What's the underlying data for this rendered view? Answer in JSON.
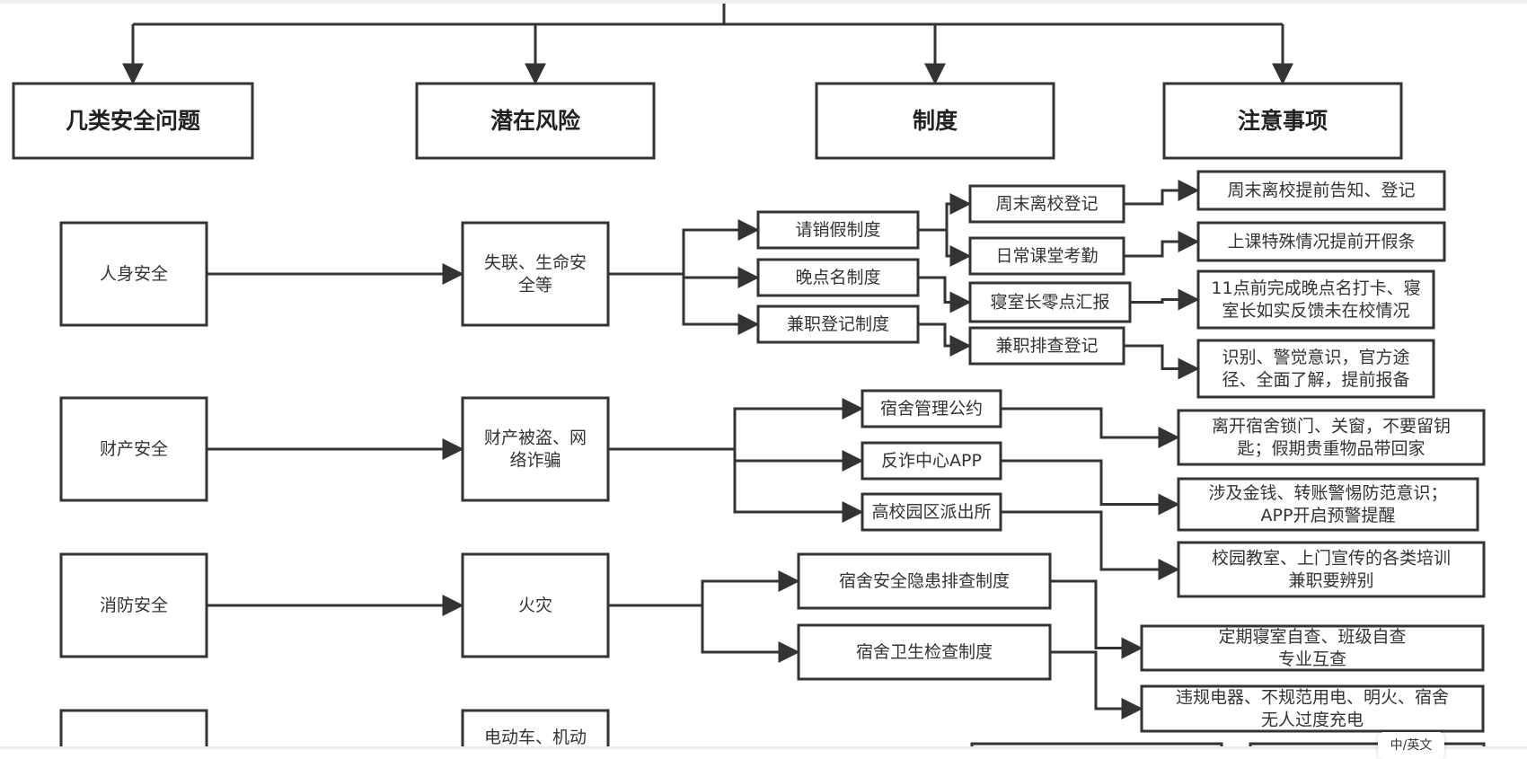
{
  "diagram": {
    "headers": [
      {
        "id": "h1",
        "label": "几类安全问题"
      },
      {
        "id": "h2",
        "label": "潜在风险"
      },
      {
        "id": "h3",
        "label": "制度"
      },
      {
        "id": "h4",
        "label": "注意事项"
      }
    ],
    "categories": [
      {
        "id": "c1",
        "label": "人身安全"
      },
      {
        "id": "c2",
        "label": "财产安全"
      },
      {
        "id": "c3",
        "label": "消防安全"
      },
      {
        "id": "c4",
        "label": ""
      }
    ],
    "risks": [
      {
        "id": "r1",
        "lines": [
          "失联、生命安",
          "全等"
        ]
      },
      {
        "id": "r2",
        "lines": [
          "财产被盗、网",
          "络诈骗"
        ]
      },
      {
        "id": "r3",
        "lines": [
          "火灾"
        ]
      },
      {
        "id": "r4",
        "lines": [
          "电动车、机动"
        ]
      }
    ],
    "systems": [
      {
        "id": "s1",
        "label": "请销假制度"
      },
      {
        "id": "s2",
        "label": "晚点名制度"
      },
      {
        "id": "s3",
        "label": "兼职登记制度"
      },
      {
        "id": "s4",
        "label": "宿舍管理公约"
      },
      {
        "id": "s5",
        "label": "反诈中心APP"
      },
      {
        "id": "s6",
        "label": "高校园区派出所"
      },
      {
        "id": "s7",
        "label": "宿舍安全隐患排查制度"
      },
      {
        "id": "s8",
        "label": "宿舍卫生检查制度"
      }
    ],
    "subsystems": [
      {
        "id": "ss1",
        "label": "周末离校登记"
      },
      {
        "id": "ss2",
        "label": "日常课堂考勤"
      },
      {
        "id": "ss3",
        "label": "寝室长零点汇报"
      },
      {
        "id": "ss4",
        "label": "兼职排查登记"
      }
    ],
    "notes": [
      {
        "id": "n1",
        "lines": [
          "周末离校提前告知、登记"
        ]
      },
      {
        "id": "n2",
        "lines": [
          "上课特殊情况提前开假条"
        ]
      },
      {
        "id": "n3",
        "lines": [
          "11点前完成晚点名打卡、寝",
          "室长如实反馈未在校情况"
        ]
      },
      {
        "id": "n4",
        "lines": [
          "识别、警觉意识，官方途",
          "径、全面了解，提前报备"
        ]
      },
      {
        "id": "n5",
        "lines": [
          "离开宿舍锁门、关窗，不要留钥",
          "匙；假期贵重物品带回家"
        ]
      },
      {
        "id": "n6",
        "lines": [
          "涉及金钱、转账警惕防范意识；",
          "APP开启预警提醒"
        ]
      },
      {
        "id": "n7",
        "lines": [
          "校园教室、上门宣传的各类培训",
          "兼职要辨别"
        ]
      },
      {
        "id": "n8",
        "lines": [
          "定期寝室自查、班级自查",
          "专业互查"
        ]
      },
      {
        "id": "n9",
        "lines": [
          "违规电器、不规范用电、明火、宿舍",
          "无人过度充电"
        ]
      },
      {
        "id": "n10",
        "lines": [
          ""
        ]
      },
      {
        "id": "n11",
        "lines": [
          ""
        ]
      }
    ]
  },
  "overlay": {
    "lang_tooltip": "中/英文"
  }
}
